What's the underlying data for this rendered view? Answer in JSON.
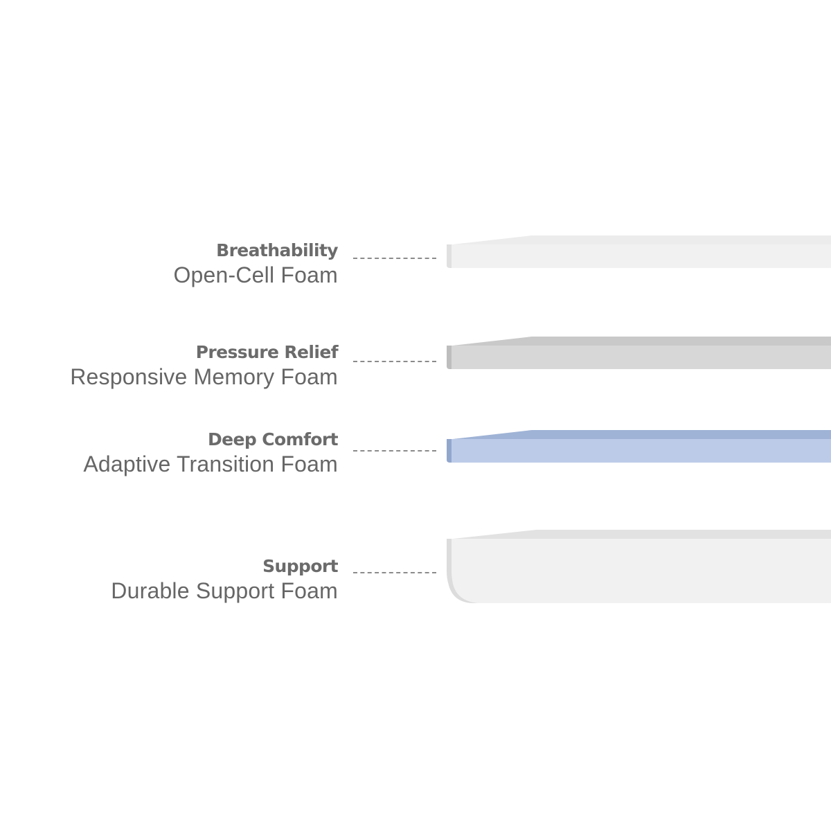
{
  "layers": [
    {
      "key": "breathability",
      "title": "Breathability",
      "subtitle": "Open-Cell Foam",
      "top_color": "#ececec",
      "face_color": "#f1f1f1",
      "edge_color": "#e0e0e0"
    },
    {
      "key": "pressure",
      "title": "Pressure Relief",
      "subtitle": "Responsive Memory Foam",
      "top_color": "#c9c9c9",
      "face_color": "#d7d7d7",
      "edge_color": "#bdbdbd"
    },
    {
      "key": "comfort",
      "title": "Deep Comfort",
      "subtitle": "Adaptive Transition Foam",
      "top_color": "#9fb3d6",
      "face_color": "#bccbe8",
      "edge_color": "#92a7cc"
    },
    {
      "key": "support",
      "title": "Support",
      "subtitle": "Durable Support Foam",
      "top_color": "#e2e2e2",
      "face_color": "#f1f1f1",
      "edge_color": "#dcdcdc"
    }
  ],
  "colors": {
    "background": "#ffffff",
    "title_text": "#6b6b6b",
    "subtitle_text": "#666666",
    "leader_line": "#8a8a8a"
  }
}
